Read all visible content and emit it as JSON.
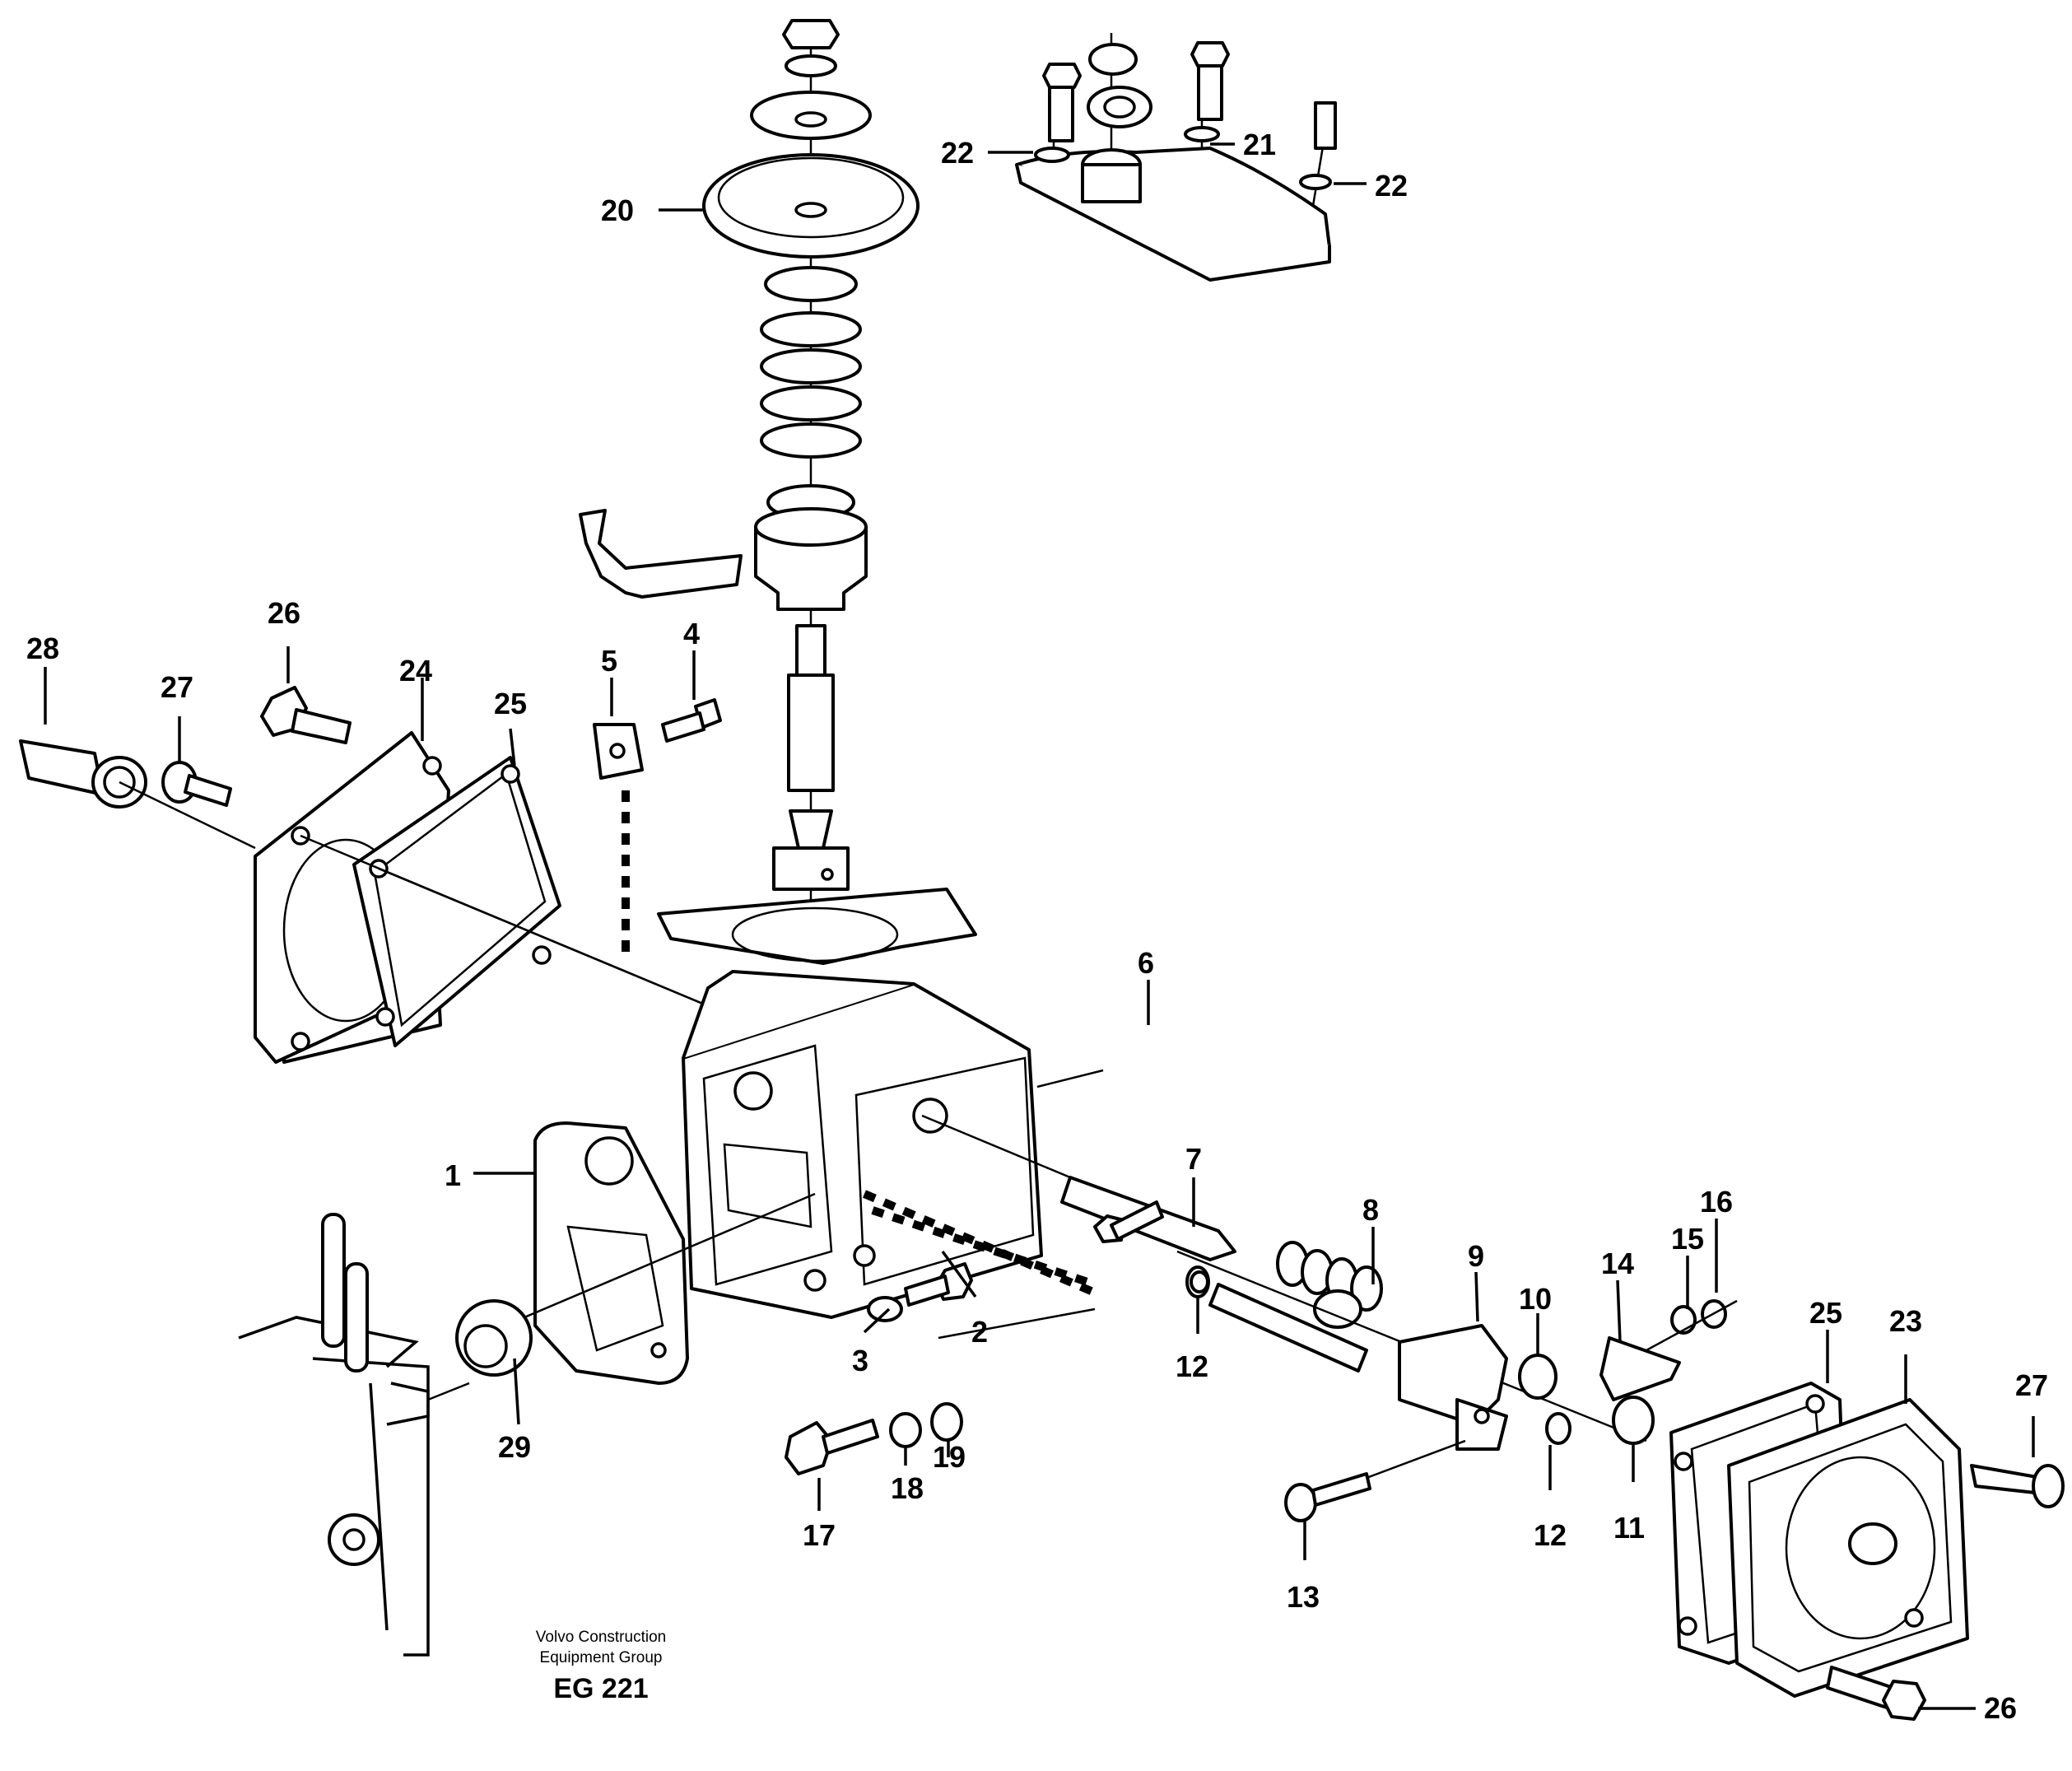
{
  "callouts": [
    "1",
    "2",
    "3",
    "4",
    "5",
    "6",
    "7",
    "8",
    "9",
    "10",
    "11",
    "12",
    "13",
    "14",
    "15",
    "16",
    "17",
    "18",
    "19",
    "20",
    "21",
    "22",
    "23",
    "24",
    "25",
    "26",
    "27",
    "28",
    "29"
  ],
  "credit": {
    "line1": "Volvo Construction",
    "line2": "Equipment Group"
  },
  "figure_code": "EG 221"
}
